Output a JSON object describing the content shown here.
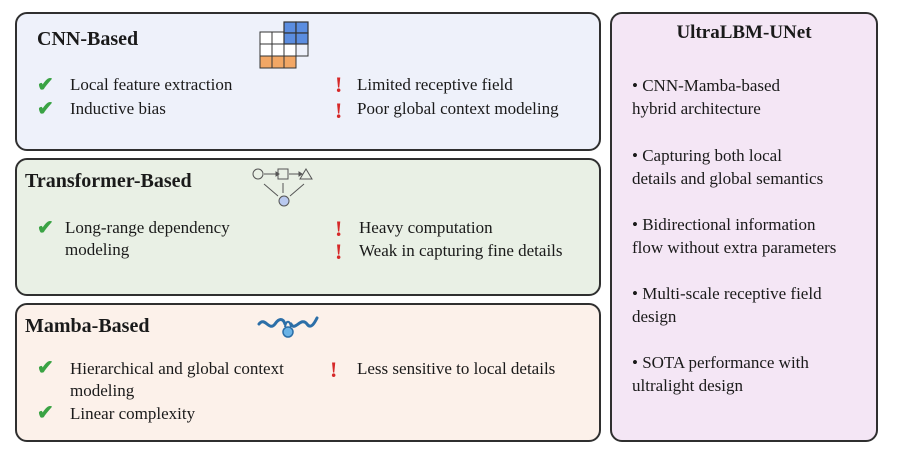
{
  "cnn": {
    "title": "CNN-Based",
    "pros": [
      "Local feature extraction",
      "Inductive bias"
    ],
    "cons": [
      "Limited receptive field",
      "Poor global context modeling"
    ],
    "icon": "grid-icon"
  },
  "transformer": {
    "title": "Transformer-Based",
    "pros": [
      "Long-range dependency\nmodeling"
    ],
    "cons": [
      "Heavy computation",
      "Weak in capturing fine details"
    ],
    "icon": "attention-graph-icon"
  },
  "mamba": {
    "title": "Mamba-Based",
    "pros": [
      "Hierarchical and global context\nmodeling",
      "Linear complexity"
    ],
    "cons": [
      "Less sensitive to local details"
    ],
    "icon": "snake-wave-icon"
  },
  "ultra": {
    "title": "UltraLBM-UNet",
    "points": [
      "• CNN-Mamba-based\nhybrid architecture",
      "• Capturing both local\ndetails and global semantics",
      "• Bidirectional information\nflow without extra parameters",
      "• Multi-scale receptive field\ndesign",
      "• SOTA performance with\nultralight design"
    ]
  },
  "marks": {
    "check": "✔",
    "bang": "!"
  },
  "colors": {
    "check": "#3aa344",
    "bang": "#d62828",
    "grid_blue": "#5b8de0",
    "grid_orange": "#f2a765"
  }
}
